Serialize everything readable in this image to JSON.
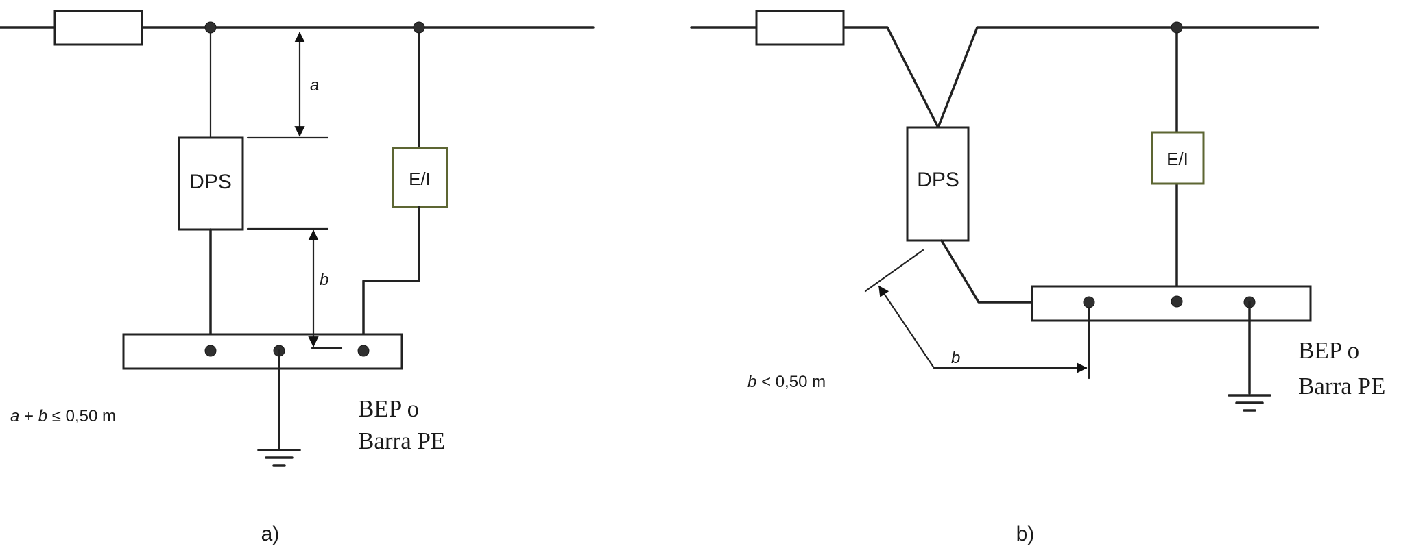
{
  "panel_a": {
    "dps_label": "DPS",
    "ei_label": "E/I",
    "dim_a": "a",
    "dim_b": "b",
    "formula": {
      "part1": "a",
      "part2": " + ",
      "part3": "b",
      "part4": " ",
      "part5": "≤",
      "part6": " 0,50 m"
    },
    "bar_label_line1": "BEP o",
    "bar_label_line2": "Barra PE",
    "caption": "a)"
  },
  "panel_b": {
    "dps_label": "DPS",
    "ei_label": "E/I",
    "dim_b": "b",
    "formula": {
      "part1": "b",
      "part2": " < 0,50 m"
    },
    "bar_label_line1": "BEP o",
    "bar_label_line2": "Barra PE",
    "caption": "b)"
  },
  "colors": {
    "line": "#222222",
    "ei_border": "#5d6633",
    "background": "#ffffff"
  }
}
